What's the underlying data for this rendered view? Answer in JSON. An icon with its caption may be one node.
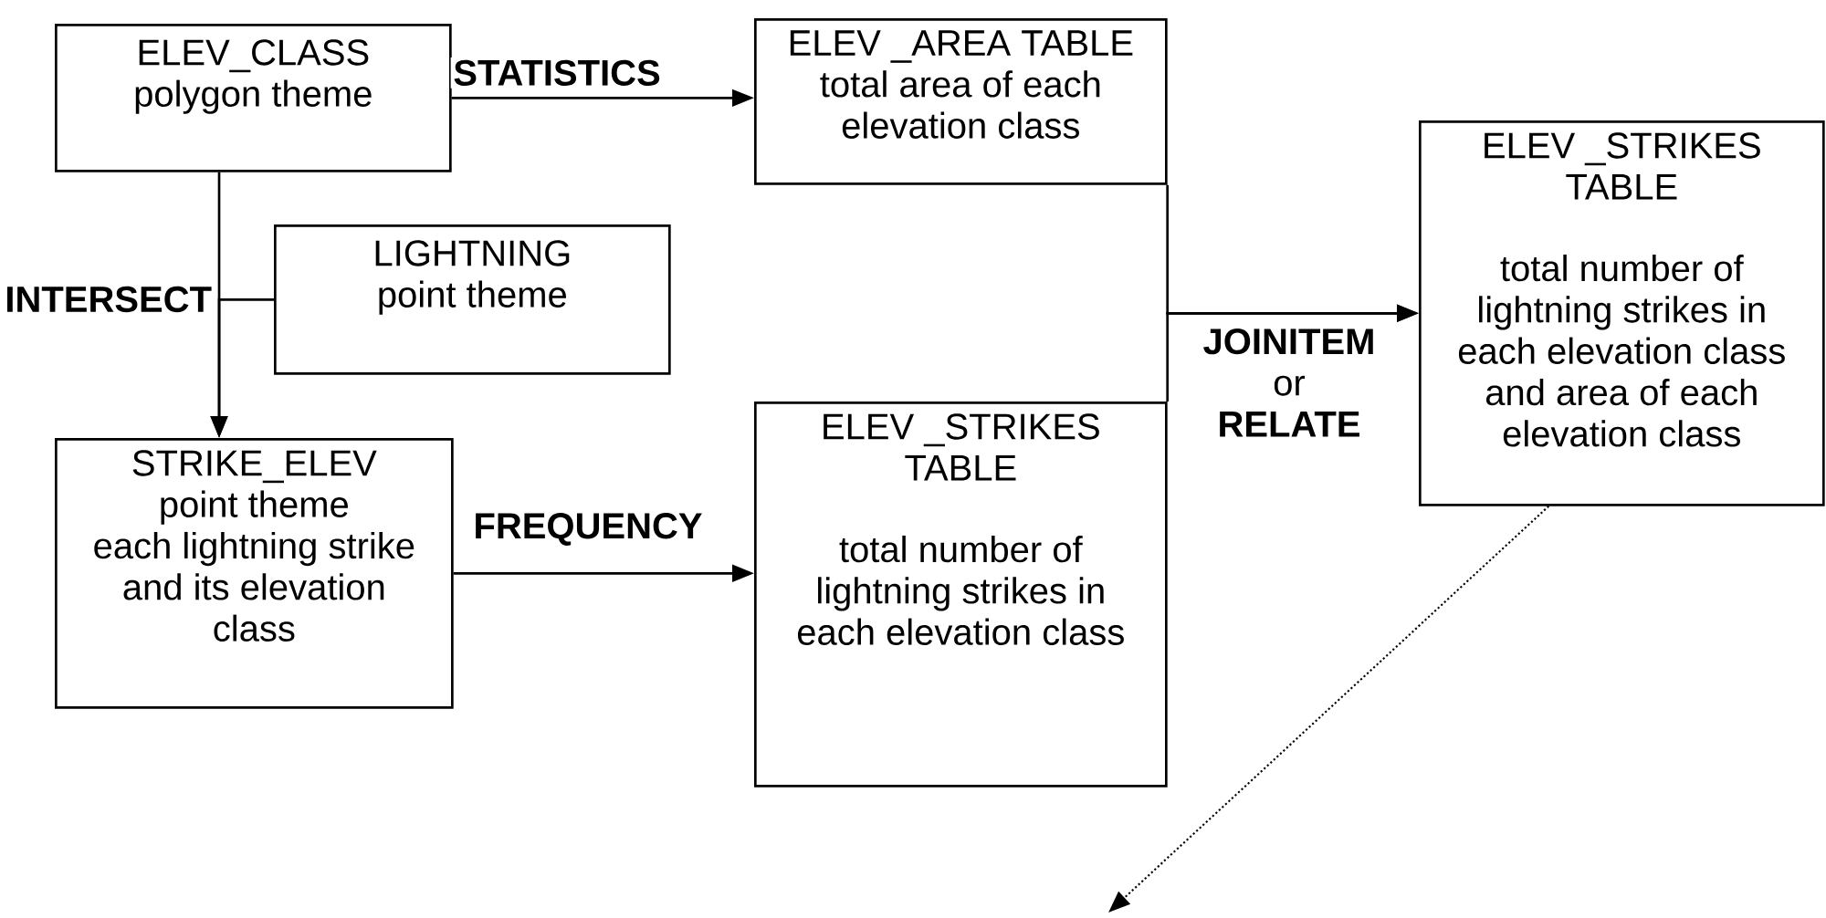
{
  "diagram": {
    "nodes": [
      {
        "text": [
          "ELEV_CLASS",
          "polygon theme"
        ]
      },
      {
        "text": [
          "ELEV _AREA TABLE",
          "total area of each elevation class"
        ]
      },
      {
        "text": [
          "LIGHTNING",
          "point theme"
        ]
      },
      {
        "text": [
          "STRIKE_ELEV",
          "point theme",
          "each lightning strike and its elevation class"
        ]
      },
      {
        "text": [
          "ELEV _STRIKES TABLE",
          "total number of lightning strikes in each elevation class"
        ]
      },
      {
        "text": [
          "ELEV _STRIKES TABLE",
          "total number of lightning strikes in each elevation class and area of each elevation class"
        ]
      }
    ],
    "edges": [
      {
        "from": 0,
        "to": 1,
        "arrow": "to",
        "label": "STATISTICS"
      },
      {
        "from": 0,
        "to": 3,
        "arrow": "to",
        "label": "INTERSECT"
      },
      {
        "from": 2,
        "to": 3,
        "arrow": "to"
      },
      {
        "from": 3,
        "to": 4,
        "arrow": "to",
        "label": "FREQUENCY"
      },
      {
        "from": 1,
        "to": 5,
        "arrow": "to",
        "label": "**JOINITEM** or **RELATE**"
      },
      {
        "from": 4,
        "to": 5,
        "arrow": "to"
      },
      {
        "from": 5,
        "to": null,
        "arrow": "to",
        "style": "dashed"
      }
    ]
  }
}
